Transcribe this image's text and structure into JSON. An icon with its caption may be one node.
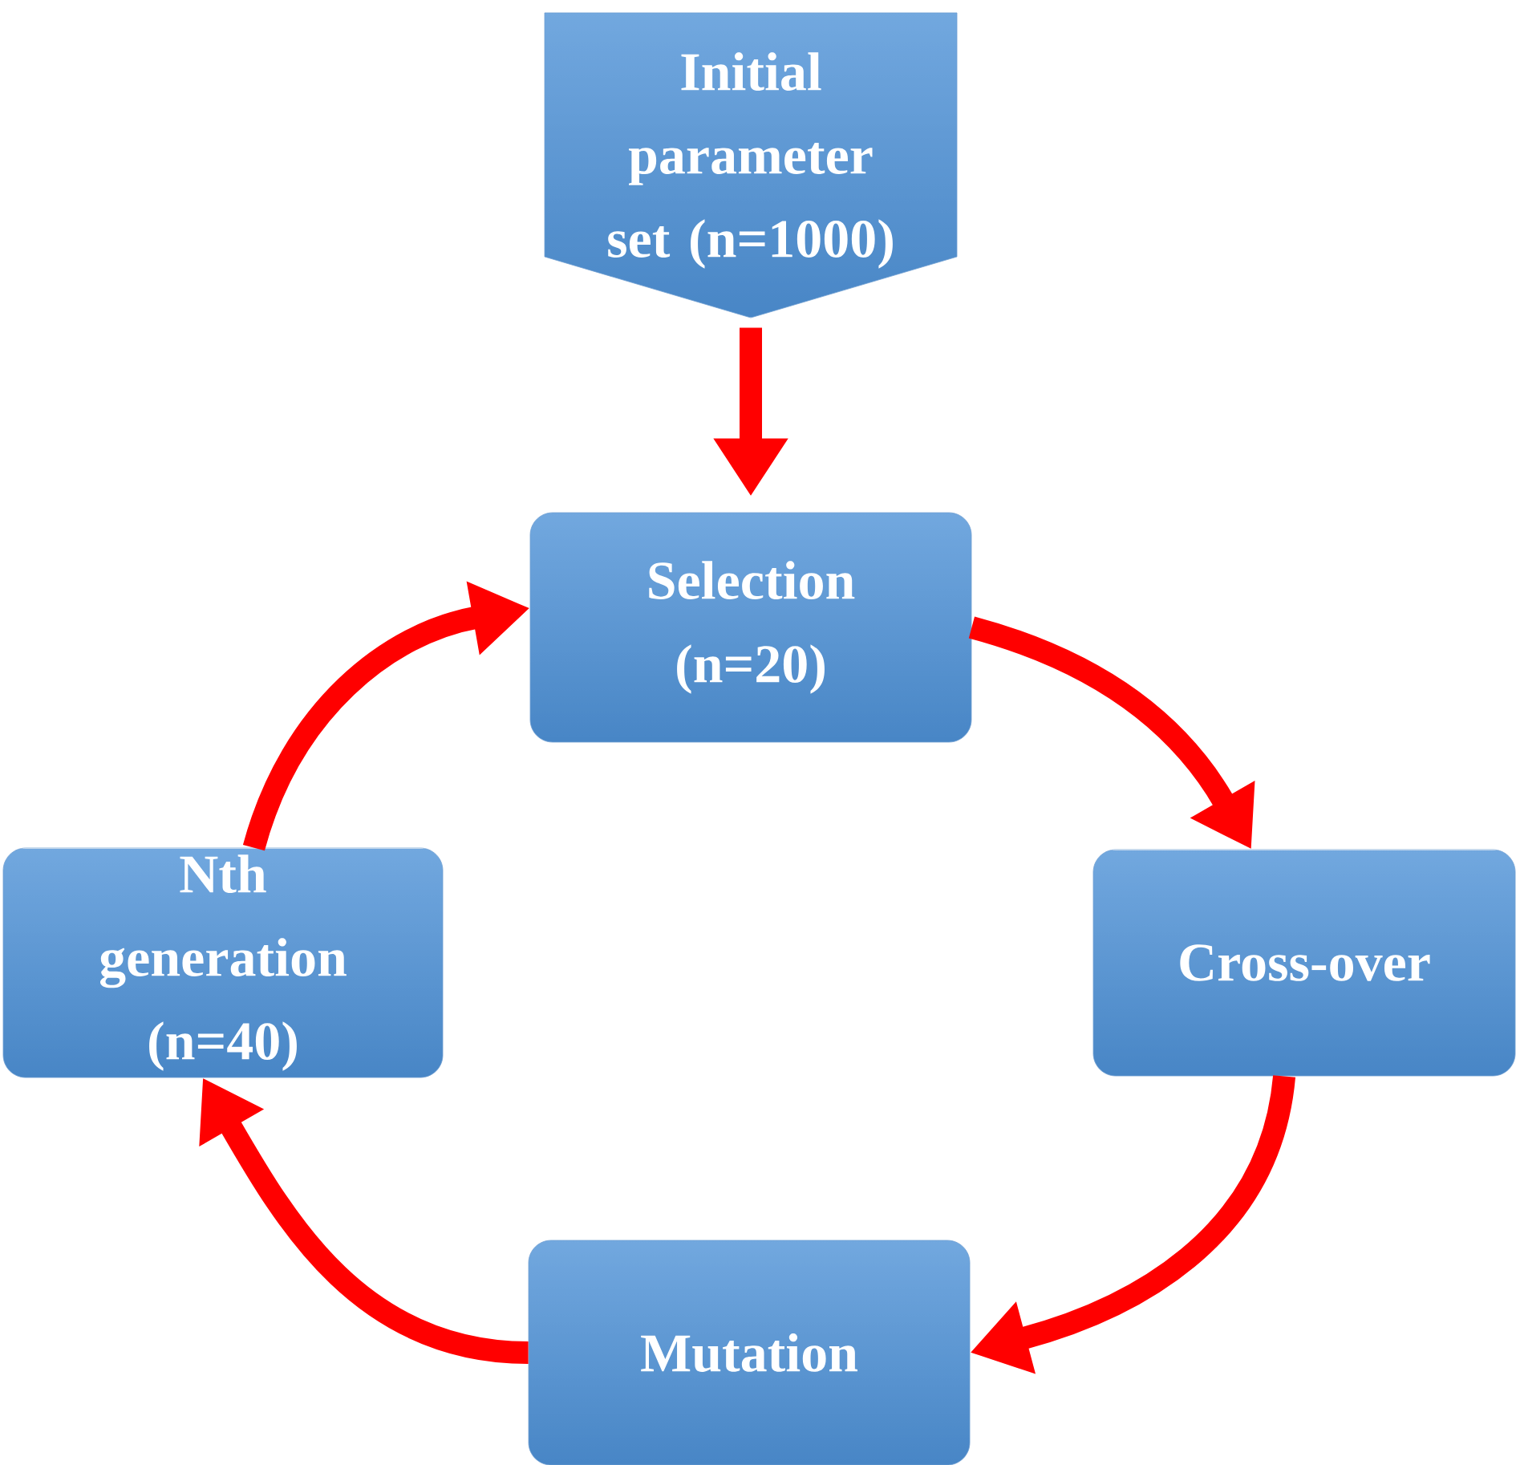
{
  "diagram": {
    "nodes": [
      {
        "text": [
          "Initial parameter set (n=1000)"
        ]
      },
      {
        "text": [
          "Selection (n=20)"
        ]
      },
      {
        "text": [
          "Cross-over"
        ]
      },
      {
        "text": [
          "Mutation"
        ]
      },
      {
        "text": [
          "Nth generation (n=40)"
        ]
      }
    ],
    "edges": [
      {
        "from": 0,
        "to": 1,
        "arrow": "to"
      },
      {
        "from": 1,
        "to": 2,
        "arrow": "to"
      },
      {
        "from": 2,
        "to": 3,
        "arrow": "to"
      },
      {
        "from": 3,
        "to": 4,
        "arrow": "to"
      },
      {
        "from": 4,
        "to": 1,
        "arrow": "to"
      }
    ]
  }
}
